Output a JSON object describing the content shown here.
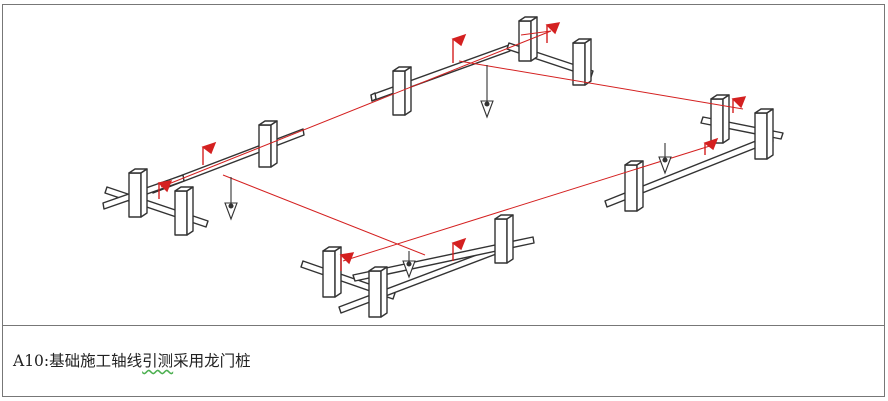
{
  "caption": {
    "prefix": "A10:基础施工轴线",
    "marked": "引测",
    "suffix": "采用龙门桩"
  },
  "colors": {
    "axis_line": "#d42020",
    "flag": "#d42020",
    "timber_stroke": "#333333",
    "timber_fill": "#ffffff",
    "border": "#777777"
  }
}
